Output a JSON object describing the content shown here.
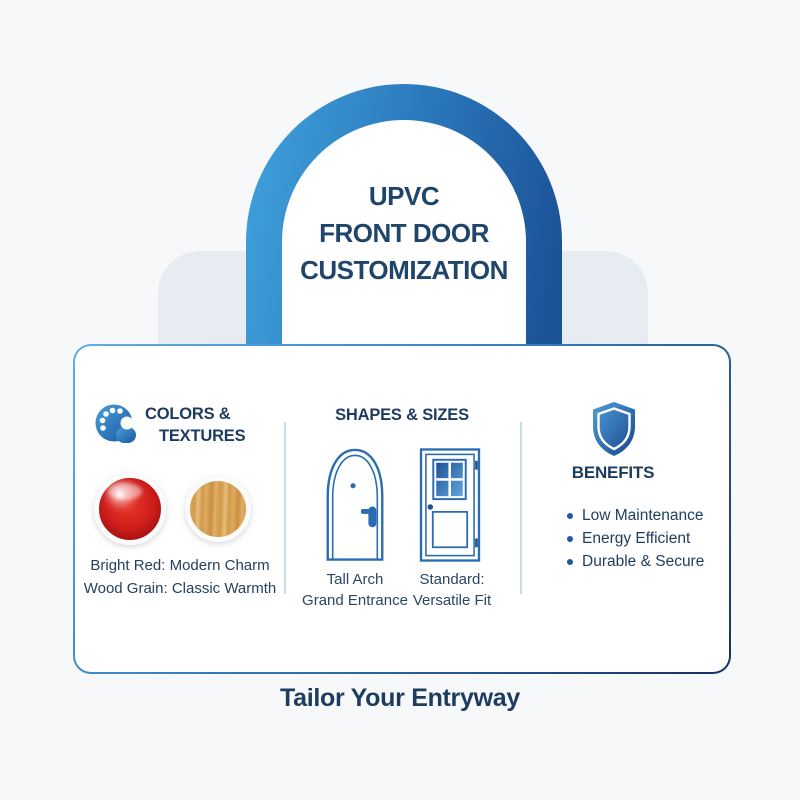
{
  "header": {
    "title_lines": [
      "UPVC",
      "FRONT DOOR",
      "CUSTOMIZATION"
    ]
  },
  "footer": {
    "text": "Tailor Your Entryway"
  },
  "colors": {
    "page_bg": "#f7f8f9",
    "banner_bg": "#e7ecf3",
    "arch_gradient_start": "#3fa0da",
    "arch_gradient_end": "#1c5296",
    "card_border_start": "#5fb0e2",
    "card_border_end": "#16315e",
    "navy_text": "#1d3a5f",
    "door_line_blue": "#2a6cb3",
    "red_swatch": "#d21e1c",
    "wood_swatch": "#d7a455",
    "bullet_dot": "#2257a4"
  },
  "sections": {
    "colors_textures": {
      "icon": "palette-icon",
      "heading_lines": [
        "COLORS &",
        "TEXTURES"
      ],
      "caption_lines": [
        "Bright Red: Modern Charm",
        "Wood Grain: Classic Warmth"
      ]
    },
    "shapes_sizes": {
      "heading": "SHAPES & SIZES",
      "doors": [
        {
          "icon": "arch-door-icon",
          "caption_lines": [
            "Tall Arch",
            "Grand Entrance"
          ]
        },
        {
          "icon": "standard-door-icon",
          "caption_lines": [
            "Standard:",
            "Versatile Fit"
          ]
        }
      ]
    },
    "benefits": {
      "icon": "shield-icon",
      "heading": "BENEFITS",
      "items": [
        "Low Maintenance",
        "Energy Efficient",
        "Durable & Secure"
      ]
    }
  }
}
